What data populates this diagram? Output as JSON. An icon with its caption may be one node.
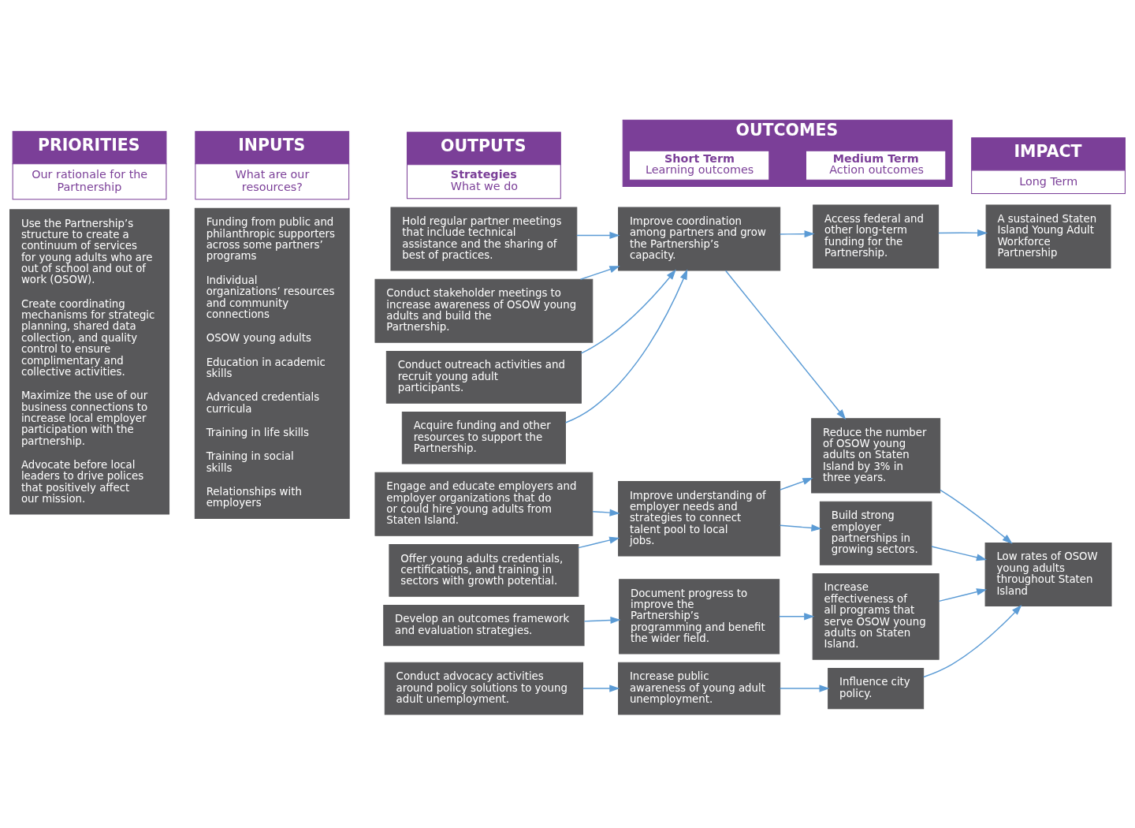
{
  "diagram": {
    "nodes": [
      {
        "text": [
          "PRIORITIES",
          "Our rationale for the Partnership"
        ]
      },
      {
        "text": [
          "INPUTS",
          "What are our resources?"
        ]
      },
      {
        "text": [
          "OUTPUTS",
          "Strategies",
          "What we do"
        ]
      },
      {
        "text": [
          "OUTCOMES"
        ]
      },
      {
        "text": [
          "Short Term",
          "Learning outcomes"
        ],
        "in": 3
      },
      {
        "text": [
          "Medium Term",
          "Action outcomes"
        ],
        "in": 3
      },
      {
        "text": [
          "IMPACT",
          "Long Term"
        ]
      },
      {
        "text": [
          "Use the Partnership’s structure to create a continuum of services for young adults who are out of school and out of work (OSOW).",
          "Create coordinating mechanisms for strategic planning, shared data collection, and quality control to ensure complimentary and collective activities.",
          "Maximize the use of our business connections to increase local employer participation with the partnership.",
          "Advocate before local leaders to drive polices that positively affect our mission."
        ]
      },
      {
        "text": [
          "Funding from public and philanthropic supporters across some partners’ programs",
          "Individual organizations’ resources and community connections",
          "OSOW young adults",
          "Education in academic skills",
          "Advanced credentials curricula",
          "Training in life skills",
          "Training in social skills",
          "Relationships with employers"
        ]
      },
      {
        "text": [
          "Hold regular partner meetings that include technical assistance and the sharing of best of practices."
        ]
      },
      {
        "text": [
          "Conduct stakeholder meetings to increase awareness of OSOW young adults and build the Partnership."
        ]
      },
      {
        "text": [
          "Conduct outreach activities and recruit young adult participants."
        ]
      },
      {
        "text": [
          "Acquire funding and other resources to support the Partnership."
        ]
      },
      {
        "text": [
          "Engage and educate employers and employer organizations that do or could hire young adults from Staten Island."
        ]
      },
      {
        "text": [
          "Offer young adults credentials, certifications, and training in sectors with growth potential."
        ]
      },
      {
        "text": [
          "Develop an outcomes framework and evaluation strategies."
        ]
      },
      {
        "text": [
          "Conduct advocacy activities around policy solutions to young adult unemployment."
        ]
      },
      {
        "text": [
          "Improve coordination among partners and grow the Partnership’s capacity."
        ]
      },
      {
        "text": [
          "Improve understanding of employer needs and strategies to connect talent pool to local jobs."
        ]
      },
      {
        "text": [
          "Document progress to improve the Partnership’s programming and benefit the wider field."
        ]
      },
      {
        "text": [
          "Increase public awareness of young adult unemployment."
        ]
      },
      {
        "text": [
          "Access federal and other long-term funding for the Partnership."
        ]
      },
      {
        "text": [
          "Reduce the number of OSOW young adults on Staten Island by 3% in three years."
        ]
      },
      {
        "text": [
          "Build strong employer partnerships in growing sectors."
        ]
      },
      {
        "text": [
          "Increase effectiveness of all programs that serve OSOW young adults on Staten Island."
        ]
      },
      {
        "text": [
          "Influence city policy."
        ]
      },
      {
        "text": [
          "A sustained Staten Island Young Adult Workforce Partnership"
        ]
      },
      {
        "text": [
          "Low rates of OSOW young adults throughout Staten Island"
        ]
      }
    ],
    "edges": [
      {
        "from": 9,
        "to": 17,
        "arrow": "to"
      },
      {
        "from": 10,
        "to": 17,
        "arrow": "to"
      },
      {
        "from": 11,
        "to": 17,
        "arrow": "to"
      },
      {
        "from": 12,
        "to": 17,
        "arrow": "to"
      },
      {
        "from": 13,
        "to": 18,
        "arrow": "to"
      },
      {
        "from": 14,
        "to": 18,
        "arrow": "to"
      },
      {
        "from": 15,
        "to": 19,
        "arrow": "to"
      },
      {
        "from": 16,
        "to": 20,
        "arrow": "to"
      },
      {
        "from": 17,
        "to": 21,
        "arrow": "to"
      },
      {
        "from": 17,
        "to": 22,
        "arrow": "to"
      },
      {
        "from": 18,
        "to": 22,
        "arrow": "to"
      },
      {
        "from": 18,
        "to": 23,
        "arrow": "to"
      },
      {
        "from": 19,
        "to": 24,
        "arrow": "to"
      },
      {
        "from": 20,
        "to": 25,
        "arrow": "to"
      },
      {
        "from": 21,
        "to": 26,
        "arrow": "to"
      },
      {
        "from": 22,
        "to": 27,
        "arrow": "to"
      },
      {
        "from": 23,
        "to": 27,
        "arrow": "to"
      },
      {
        "from": 24,
        "to": 27,
        "arrow": "to"
      },
      {
        "from": 25,
        "to": 27,
        "arrow": "to"
      }
    ]
  }
}
